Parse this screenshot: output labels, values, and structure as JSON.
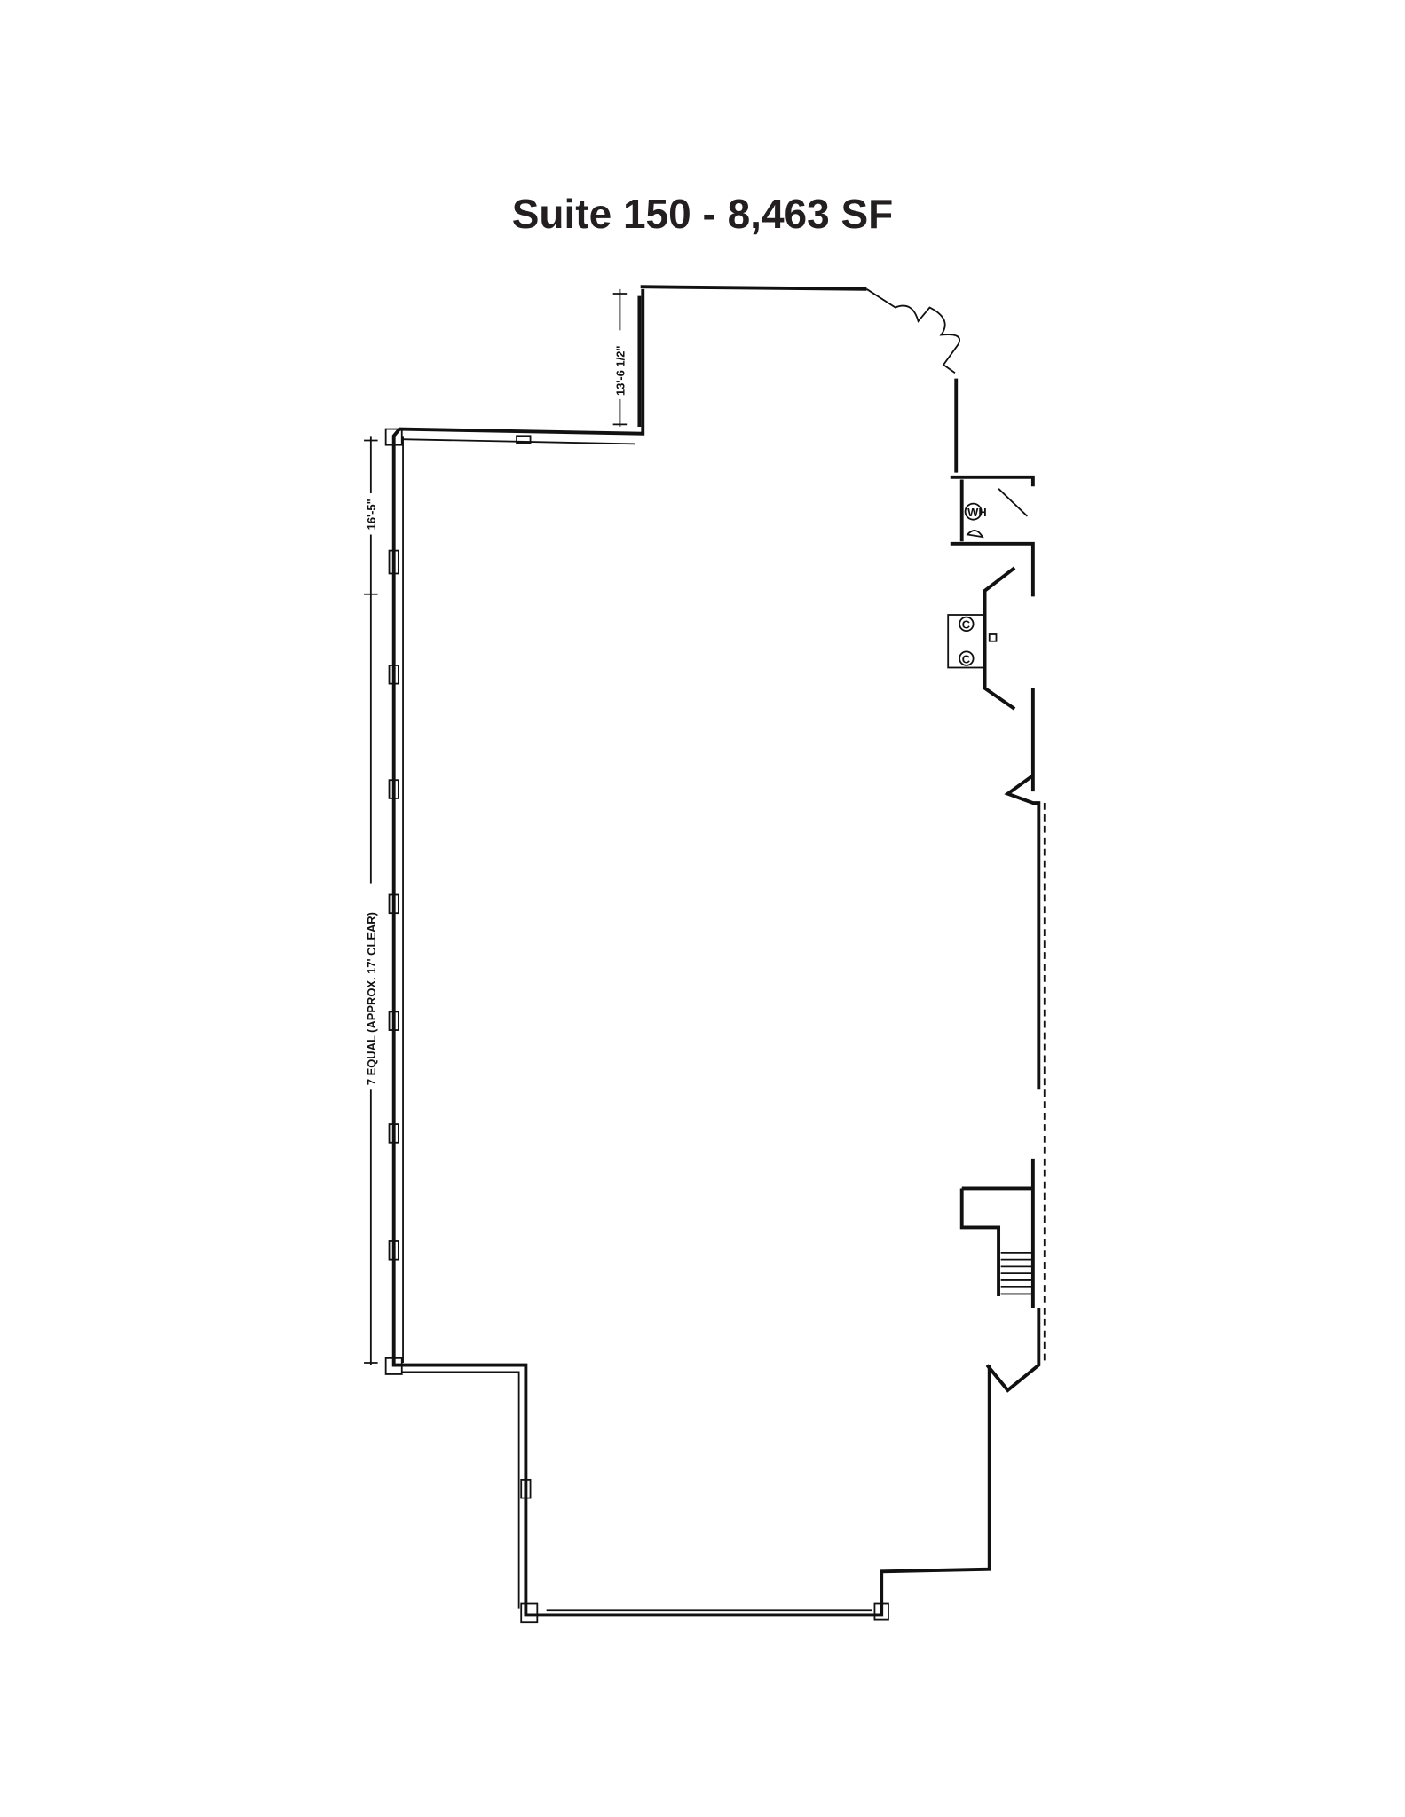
{
  "title": "Suite 150 - 8,463 SF",
  "dimensions": {
    "top_notch": "13'-6 1/2\"",
    "left_upper": "16'-5\"",
    "left_main": "7 EQUAL (APPROX. 17' CLEAR)"
  },
  "symbols": {
    "water_heater": "WH",
    "elevator_a": "C",
    "elevator_b": "C"
  }
}
